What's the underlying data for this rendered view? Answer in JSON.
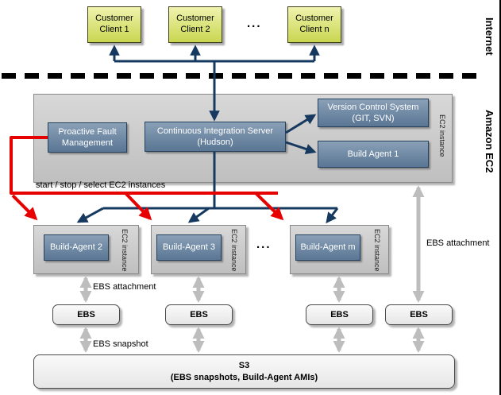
{
  "zones": {
    "internet": "Internet",
    "amazon_ec2": "Amazon EC2"
  },
  "clients": {
    "client1": "Customer Client 1",
    "client2": "Customer Client 2",
    "ellipsis": "...",
    "clientn": "Customer Client n"
  },
  "main_instance": {
    "proactive_fault_management": "Proactive Fault Management",
    "ci_server": "Continuous Integration Server (Hudson)",
    "version_control": "Version Control System (GIT, SVN)",
    "build_agent_1": "Build Agent 1",
    "ec2_instance_tag": "EC2 instance"
  },
  "control_label": "start / stop / select EC2 instances",
  "agents": {
    "agent2": "Build-Agent 2",
    "agent3": "Build-Agent 3",
    "ellipsis": "...",
    "agentm": "Build-Agent m",
    "ec2_instance_tag": "EC2 instance"
  },
  "storage": {
    "ebs": "EBS",
    "ebs_attachment_left": "EBS attachment",
    "ebs_attachment_right": "EBS attachment",
    "ebs_snapshot": "EBS snapshot",
    "s3_title": "S3",
    "s3_subtitle": "(EBS snapshots, Build-Agent AMIs)"
  },
  "colors": {
    "arrow-navy": "#163a5f",
    "arrow-red": "#e60000",
    "arrow-gray": "#bdbdbd",
    "client-green": "#c8d650",
    "node-blue": "#5a7694",
    "container-gray": "#cccccc",
    "storage-gray": "#e6e6e6"
  }
}
